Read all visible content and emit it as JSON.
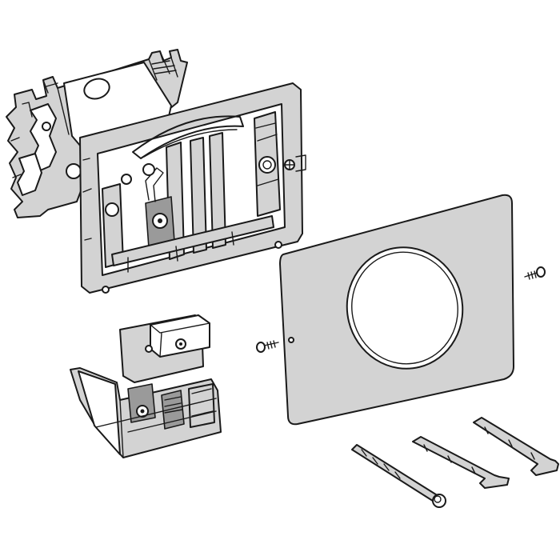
{
  "diagram": {
    "type": "exploded-view",
    "parts": [
      "mounting-frame-rear",
      "mounting-frame-front",
      "actuator-plate",
      "fixing-screw-left",
      "fixing-screw-right",
      "control-module",
      "stud-left",
      "stud-middle",
      "stud-right"
    ],
    "colors": {
      "line": "#1a1a1a",
      "fill_light": "#d3d3d3",
      "fill_dark": "#9a9a9a",
      "background": "#ffffff"
    }
  }
}
